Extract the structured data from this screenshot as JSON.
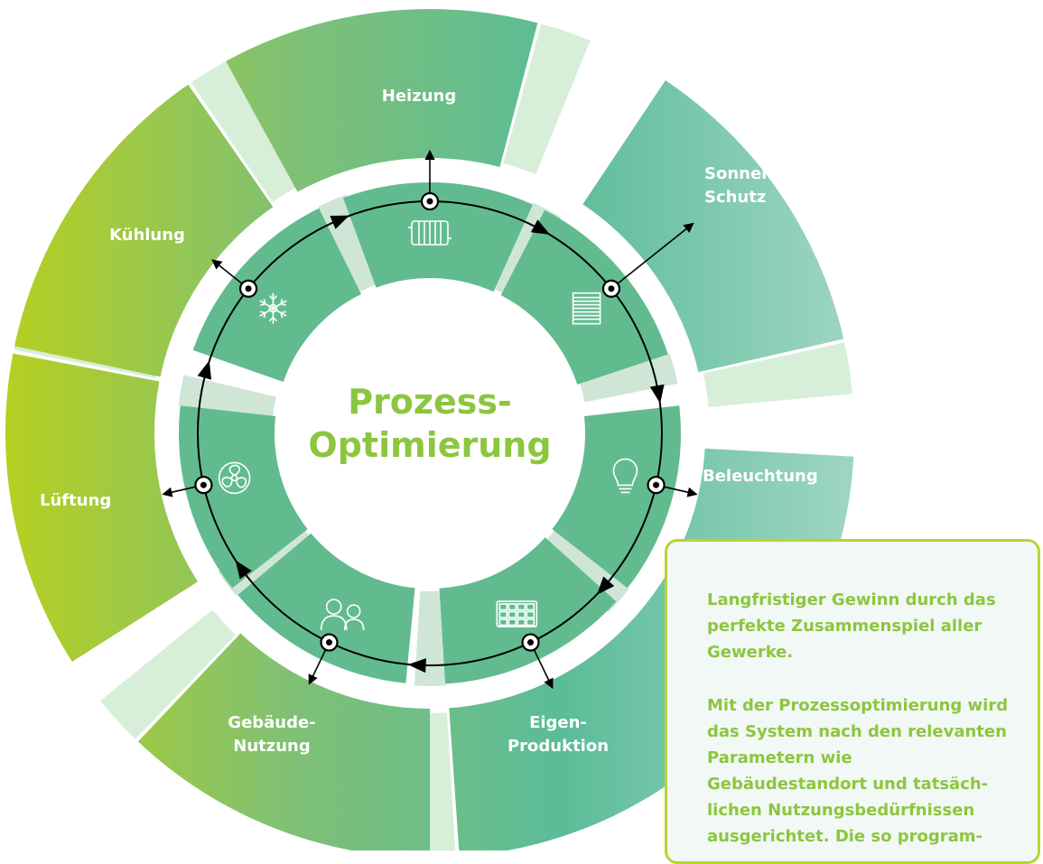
{
  "center": {
    "line1": "Prozess-",
    "line2": "Optimierung"
  },
  "segments": [
    {
      "id": "heizung",
      "lines": [
        "Heizung"
      ],
      "icon": "radiator-icon"
    },
    {
      "id": "sonnenschutz",
      "lines": [
        "Sonnen-",
        "Schutz"
      ],
      "icon": "blinds-icon"
    },
    {
      "id": "beleuchtung",
      "lines": [
        "Beleuchtung"
      ],
      "icon": "lightbulb-icon"
    },
    {
      "id": "eigenproduktion",
      "lines": [
        "Eigen-",
        "Produktion"
      ],
      "icon": "solar-panel-icon"
    },
    {
      "id": "gebaeudenutzung",
      "lines": [
        "Gebäude-",
        "Nutzung"
      ],
      "icon": "people-icon"
    },
    {
      "id": "lueftung",
      "lines": [
        "Lüftung"
      ],
      "icon": "fan-icon"
    },
    {
      "id": "kuehlung",
      "lines": [
        "Kühlung"
      ],
      "icon": "snowflake-icon"
    }
  ],
  "info": {
    "paragraph1": "Langfristiger Gewinn durch das perfekte Zusammenspiel aller Gewerke.",
    "paragraph2": "Mit der Prozessoptimierung wird das System nach den relevanten Parametern wie Gebäudestandort und tatsäch-lichen Nutzungsbedürfnissen ausgerichtet. Die so program-"
  },
  "colors": {
    "lime": "#b5cf22",
    "green": "#82c17a",
    "teal": "#5bbc98",
    "teal_light": "#a8d9c8",
    "center_title": "#8cc63f",
    "box_border": "#b9d432"
  }
}
